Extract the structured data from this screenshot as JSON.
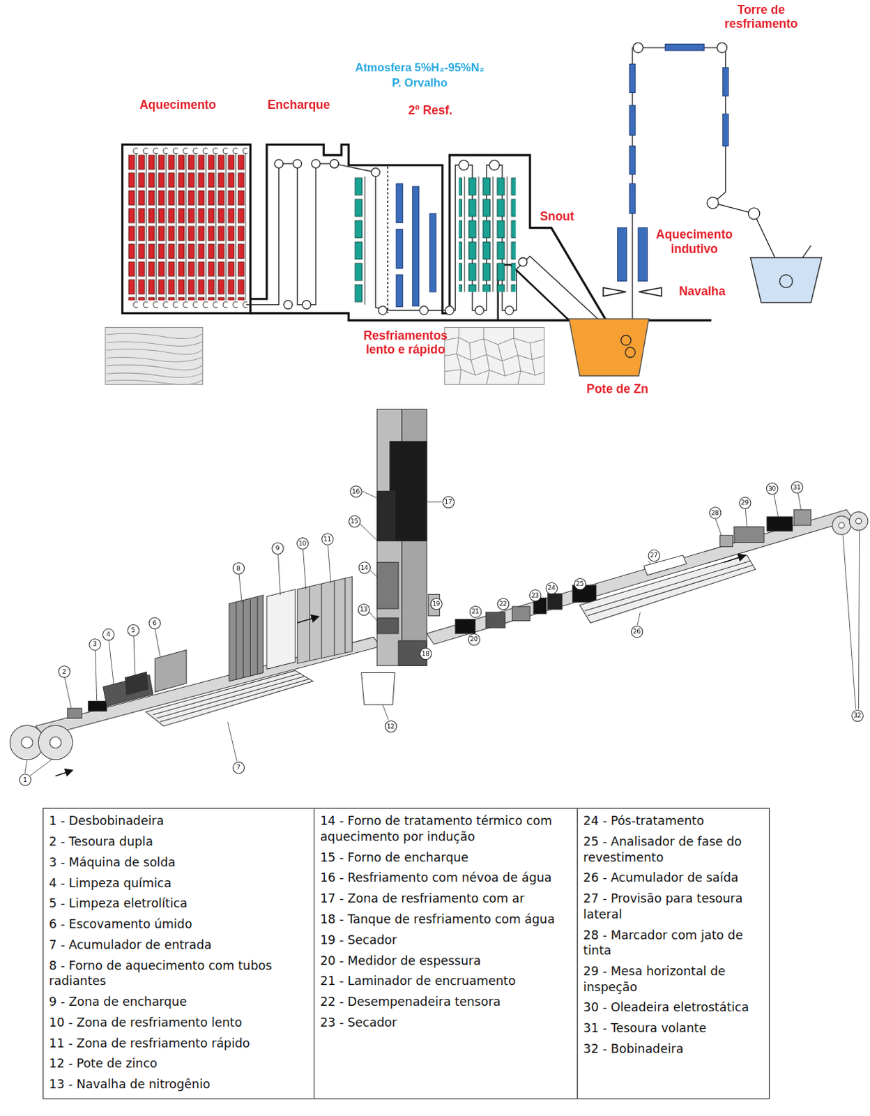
{
  "diagram": {
    "labels": [
      "Torre de resfriamento",
      "Aquecimento",
      "Encharque",
      "Atmosfera 5%H₂-95%N₂",
      "P. Orvalho",
      "2º Resf.",
      "Snout",
      "Aquecimento indutivo",
      "Navalha",
      "Resfriamentos lento e rápido",
      "Pote de Zn",
      "1",
      "2",
      "3",
      "4",
      "5",
      "6",
      "7",
      "8",
      "9",
      "10",
      "11",
      "12",
      "13",
      "14",
      "15",
      "16",
      "17",
      "18",
      "19",
      "20",
      "21",
      "22",
      "23",
      "24",
      "25",
      "26",
      "27",
      "28",
      "29",
      "30",
      "31",
      "32",
      "1 - Desbobinadeira",
      "2 - Tesoura dupla",
      "3 - Máquina de solda",
      "4 - Limpeza química",
      "5 - Limpeza eletrolítica",
      "6 - Escovamento úmido",
      "7 - Acumulador de entrada",
      "8 - Forno de aquecimento com tubos radiantes",
      "9 - Zona de encharque",
      "10 - Zona de resfriamento lento",
      "11 - Zona de resfriamento rápido",
      "12 - Pote de zinco",
      "13 - Navalha de nitrogênio",
      "14 - Forno de tratamento térmico com aquecimento por indução",
      "15 - Forno de encharque",
      "16 - Resfriamento com névoa de água",
      "17 - Zona de resfriamento com ar",
      "18 - Tanque de resfriamento com água",
      "19 - Secador",
      "20 - Medidor de espessura",
      "21 - Laminador de encruamento",
      "22 - Desempenadeira tensora",
      "23 - Secador",
      "24 - Pós-tratamento",
      "25 - Analisador de fase do revestimento",
      "26 - Acumulador de saída",
      "27 - Provisão para tesoura lateral",
      "28 - Marcador com jato de tinta",
      "29 - Mesa horizontal de inspeção",
      "30 - Oleadeira eletrostática",
      "31 - Tesoura volante",
      "32 - Bobinadeira"
    ]
  }
}
